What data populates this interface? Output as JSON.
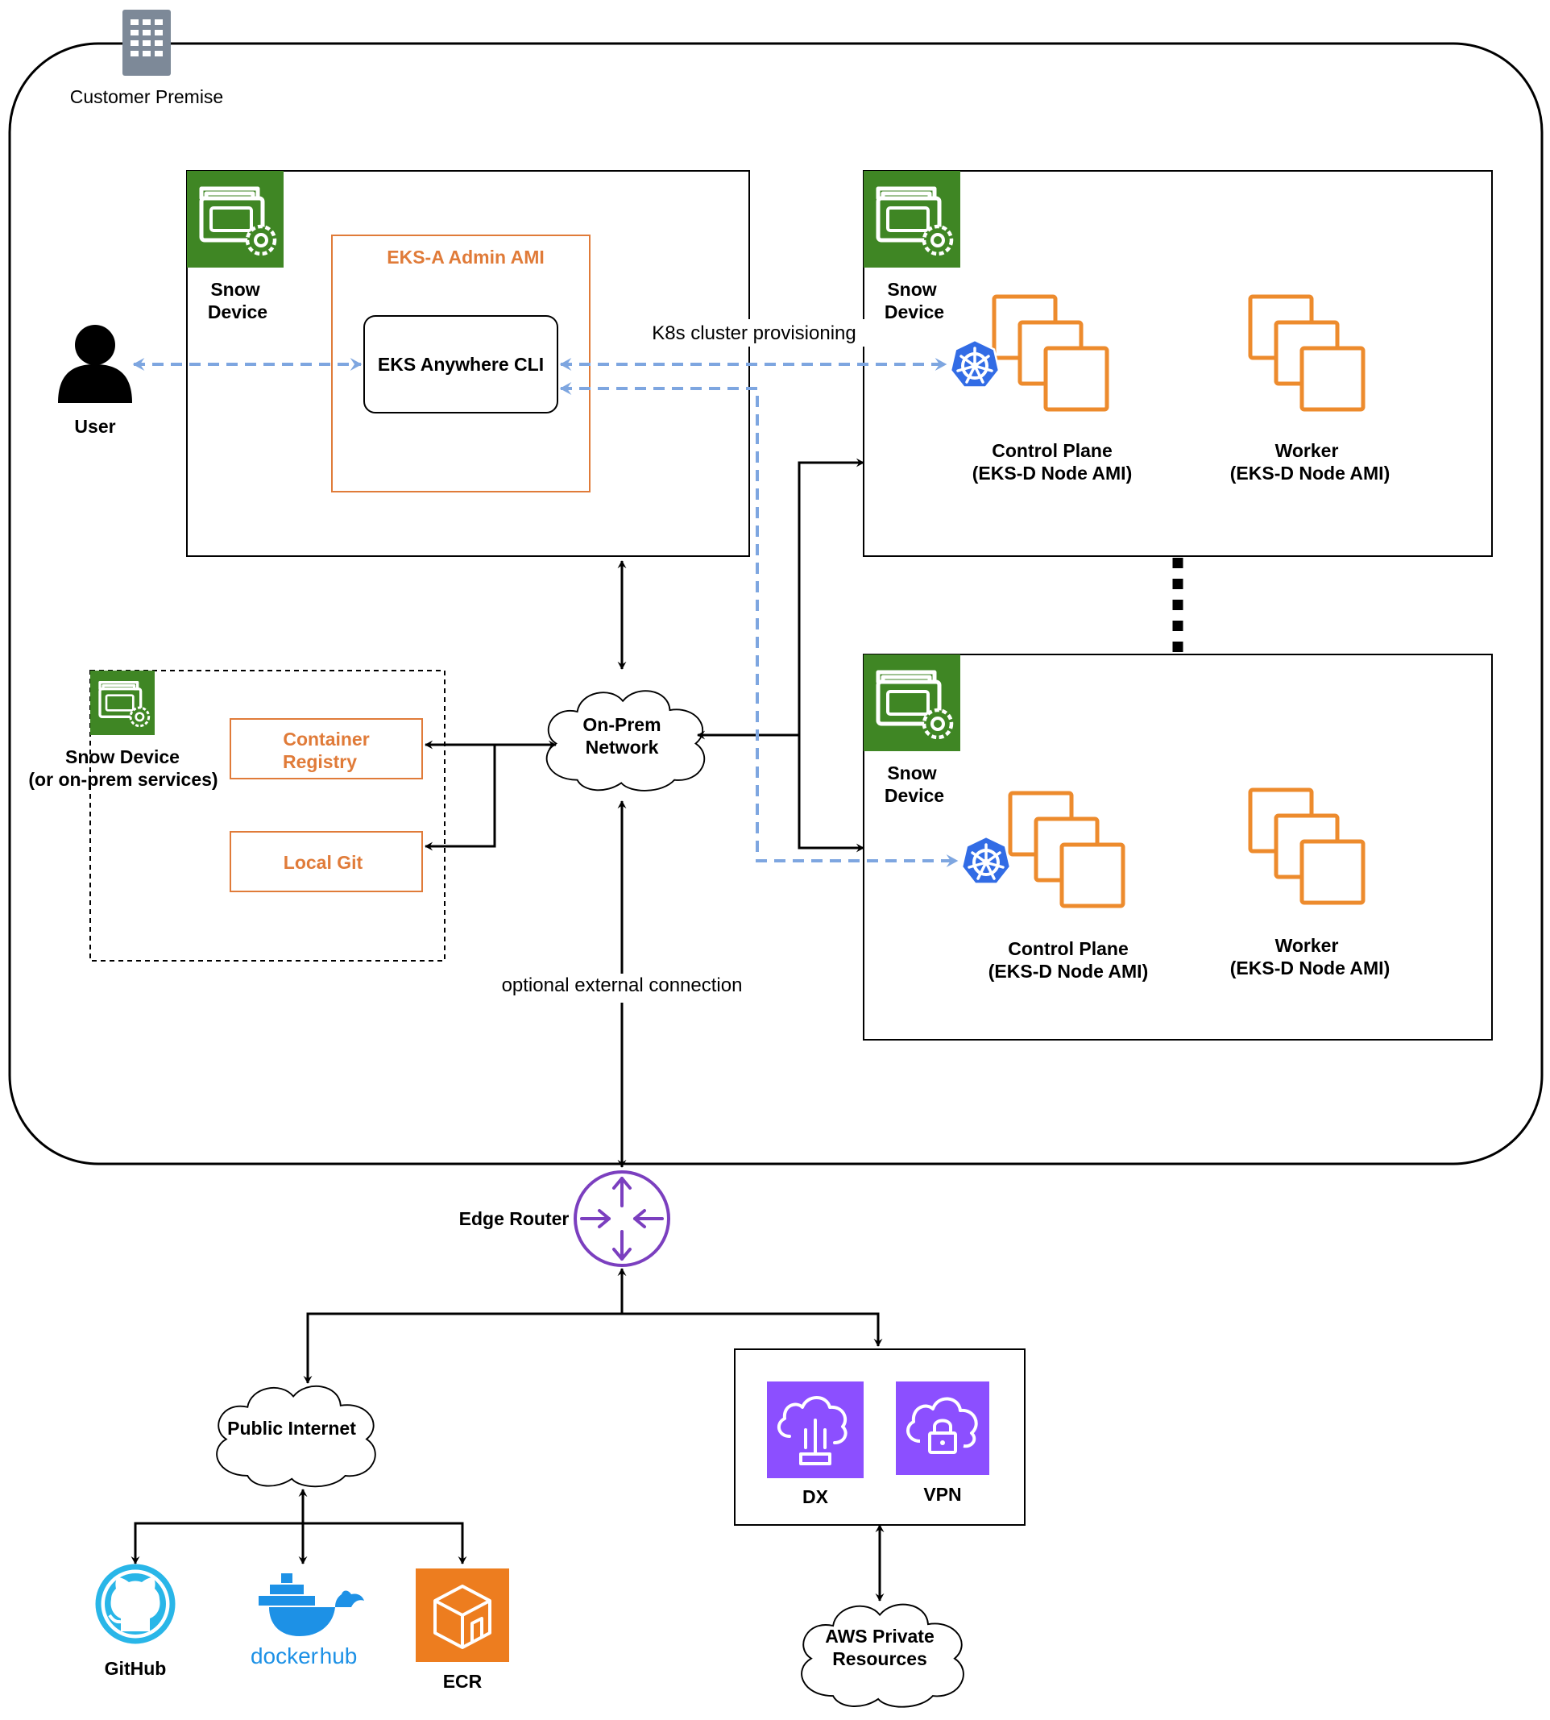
{
  "premise": {
    "label": "Customer Premise"
  },
  "user": {
    "label": "User"
  },
  "admin_device": {
    "snow_label_1": "Snow",
    "snow_label_2": "Device",
    "ami_label": "EKS-A Admin AMI",
    "cli_label": "EKS Anywhere CLI"
  },
  "provisioning_label": "K8s cluster provisioning",
  "cluster_1": {
    "snow_label_1": "Snow",
    "snow_label_2": "Device",
    "control_plane_1": "Control Plane",
    "control_plane_2": "(EKS-D Node AMI)",
    "worker_1": "Worker",
    "worker_2": "(EKS-D Node AMI)"
  },
  "cluster_2": {
    "snow_label_1": "Snow",
    "snow_label_2": "Device",
    "control_plane_1": "Control Plane",
    "control_plane_2": "(EKS-D Node AMI)",
    "worker_1": "Worker",
    "worker_2": "(EKS-D Node AMI)"
  },
  "services_device": {
    "label_1": "Snow Device",
    "label_2": "(or on-prem services)",
    "registry_1": "Container",
    "registry_2": "Registry",
    "git": "Local Git"
  },
  "onprem_network": {
    "label_1": "On-Prem",
    "label_2": "Network"
  },
  "external_label": "optional external connection",
  "edge_router": {
    "label": "Edge Router"
  },
  "public_internet": {
    "label": "Public Internet"
  },
  "github": {
    "label": "GitHub"
  },
  "dockerhub": {
    "label_1": "docker",
    "label_2": "hub"
  },
  "ecr": {
    "label": "ECR"
  },
  "dx": {
    "label": "DX"
  },
  "vpn": {
    "label": "VPN"
  },
  "aws_private": {
    "label_1": "AWS Private",
    "label_2": "Resources"
  },
  "colors": {
    "snow_green": "#3F8624",
    "aws_orange": "#E07B39",
    "ec2_orange": "#ED8B2D",
    "arrow_blue": "#7EA6E0",
    "k8s_blue": "#326CE5",
    "router_purple": "#7B3FBF",
    "net_purple": "#8C4FFF",
    "github_cyan": "#29B6E8",
    "docker_blue": "#1D91E6"
  }
}
